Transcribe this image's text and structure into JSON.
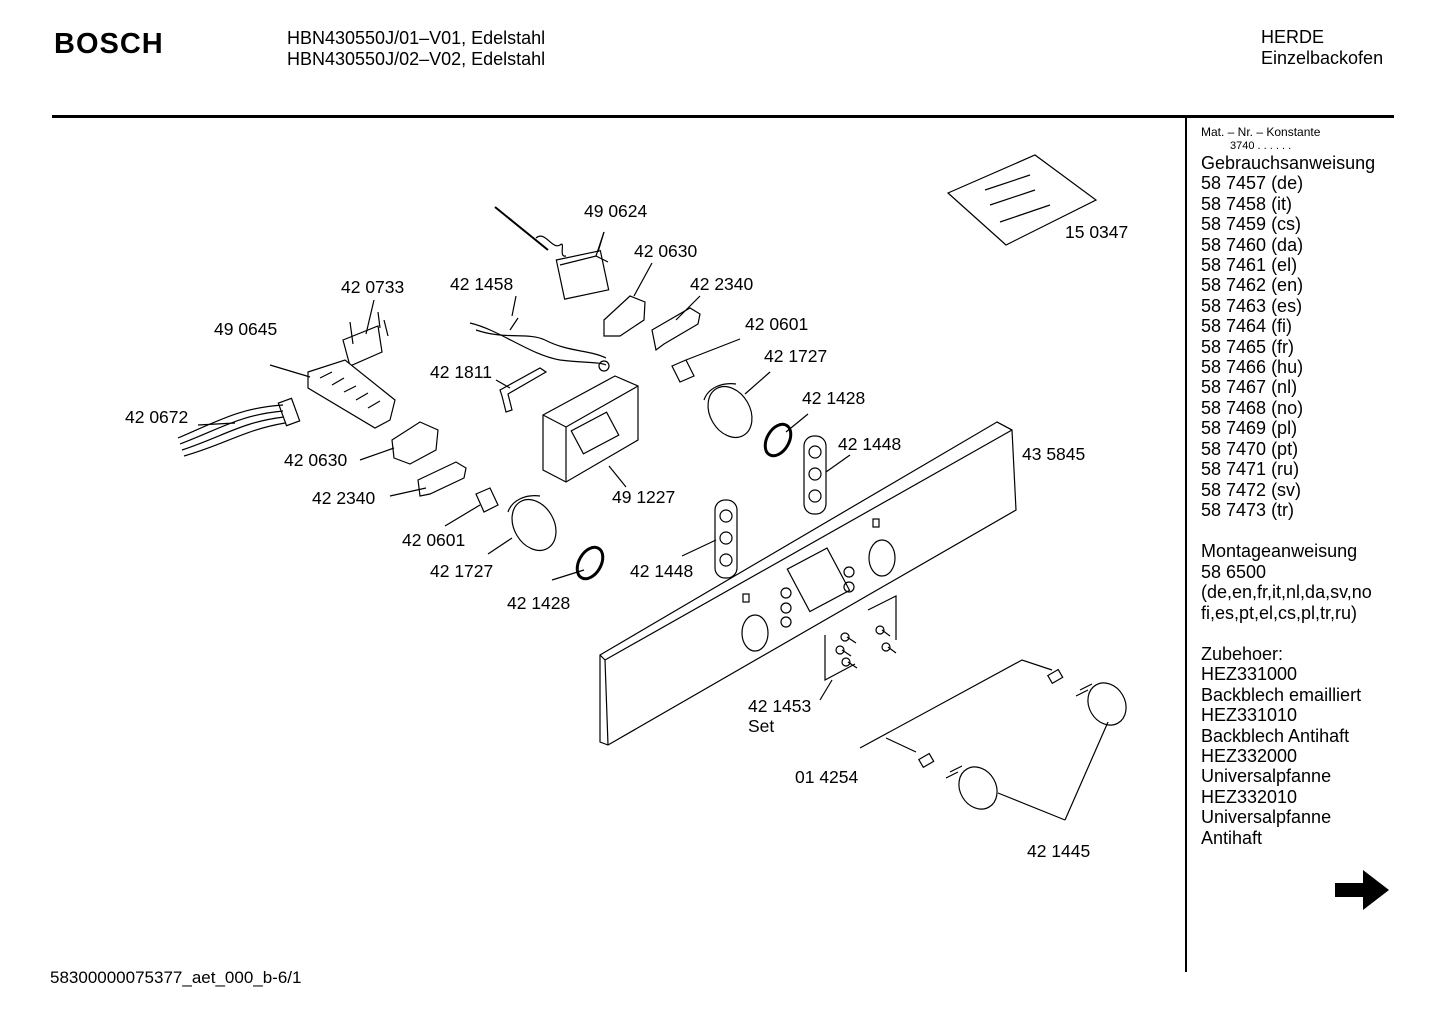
{
  "header": {
    "brand": "BOSCH",
    "model_lines": [
      "HBN430550J/01–V01, Edelstahl",
      "HBN430550J/02–V02, Edelstahl"
    ],
    "category_lines": [
      "HERDE",
      "Einzelbackofen"
    ]
  },
  "sidebar": {
    "mat_header": "Mat. – Nr. – Konstante",
    "mat_value": "3740  .  .  .  .  .  .",
    "sections": [
      {
        "lines": [
          "Gebrauchsanweisung",
          "58 7457 (de)",
          "58 7458 (it)",
          "58 7459 (cs)",
          "58 7460 (da)",
          "58 7461 (el)",
          "58 7462 (en)",
          "58 7463 (es)",
          "58 7464 (fi)",
          "58 7465 (fr)",
          "58 7466 (hu)",
          "58 7467 (nl)",
          "58 7468 (no)",
          "58 7469 (pl)",
          "58 7470 (pt)",
          "58 7471 (ru)",
          "58 7472 (sv)",
          "58 7473 (tr)"
        ]
      },
      {
        "lines": [
          "Montageanweisung",
          "58 6500",
          "(de,en,fr,it,nl,da,sv,no",
          "fi,es,pt,el,cs,pl,tr,ru)"
        ]
      },
      {
        "lines": [
          "Zubehoer:",
          "HEZ331000",
          "Backblech emailliert",
          "HEZ331010",
          "Backblech Antihaft",
          "HEZ332000",
          "Universalpfanne",
          "HEZ332010",
          "Universalpfanne",
          "Antihaft"
        ]
      }
    ],
    "next_icon": "arrow-right-icon"
  },
  "parts": {
    "p490624": "49 0624",
    "p420630a": "42 0630",
    "p422340a": "42 2340",
    "p420601a": "42 0601",
    "p421727a": "42 1727",
    "p421428a": "42 1428",
    "p421448a": "42 1448",
    "p435845": "43 5845",
    "p150347": "15 0347",
    "p420733": "42 0733",
    "p421458": "42 1458",
    "p490645": "49 0645",
    "p421811": "42 1811",
    "p420672": "42 0672",
    "p420630b": "42 0630",
    "p422340b": "42 2340",
    "p491227": "49 1227",
    "p420601b": "42 0601",
    "p421727b": "42 1727",
    "p421428b": "42 1428",
    "p421448b": "42 1448",
    "p421453": "42 1453",
    "p421453_set": "Set",
    "p014254": "01 4254",
    "p421445": "42 1445"
  },
  "footer": {
    "code": "58300000075377_aet_000_b-6/1"
  }
}
